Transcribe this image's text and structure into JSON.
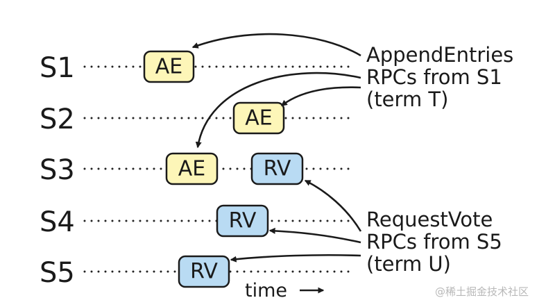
{
  "servers": [
    "S1",
    "S2",
    "S3",
    "S4",
    "S5"
  ],
  "messages": {
    "ae": "AE",
    "rv": "RV"
  },
  "append_caption": [
    "AppendEntries",
    "RPCs from S1",
    "(term T)"
  ],
  "vote_caption": [
    "RequestVote",
    "RPCs from S5",
    "(term U)"
  ],
  "time_label": "time",
  "watermark": "@稀土掘金技术社区",
  "colors": {
    "ae_fill": "#fdf6b8",
    "rv_fill": "#b9dbf3",
    "ink": "#1a1a1a"
  }
}
